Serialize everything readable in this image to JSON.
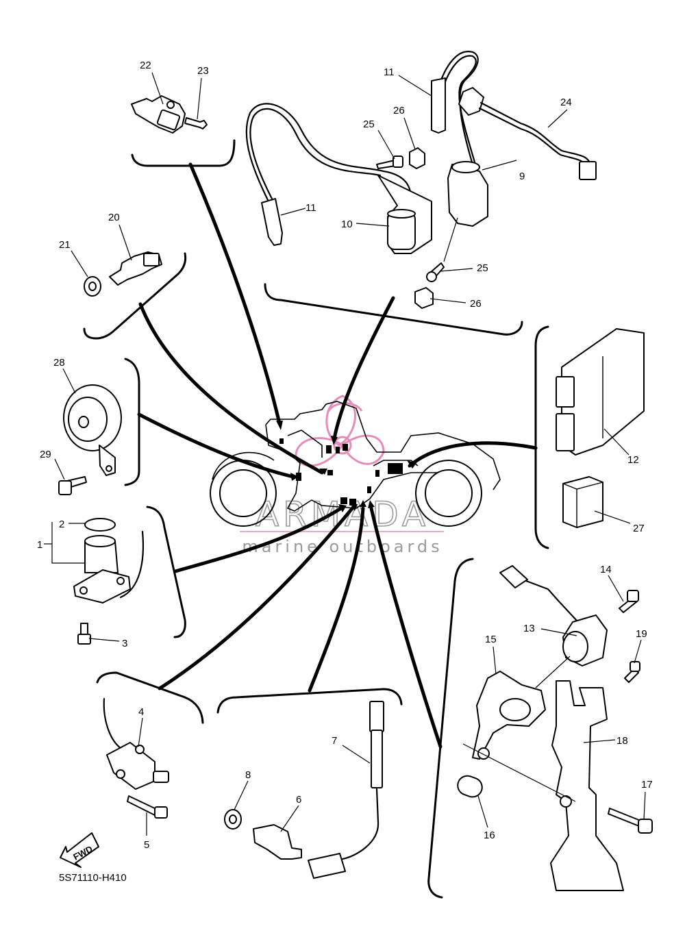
{
  "diagram": {
    "part_code": "5S71110-H410",
    "fwd_label": "FWD",
    "watermark": {
      "brand": "ARMADA",
      "tagline": "marine outboards"
    },
    "colors": {
      "line": "#000000",
      "watermark_text": "#9a9a9a",
      "watermark_logo": "#e58db8"
    },
    "callouts": [
      {
        "id": "c22",
        "label": "22"
      },
      {
        "id": "c23",
        "label": "23"
      },
      {
        "id": "c11a",
        "label": "11"
      },
      {
        "id": "c26a",
        "label": "26"
      },
      {
        "id": "c25a",
        "label": "25"
      },
      {
        "id": "c24",
        "label": "24"
      },
      {
        "id": "c9",
        "label": "9"
      },
      {
        "id": "c11b",
        "label": "11"
      },
      {
        "id": "c10",
        "label": "10"
      },
      {
        "id": "c25b",
        "label": "25"
      },
      {
        "id": "c26b",
        "label": "26"
      },
      {
        "id": "c20",
        "label": "20"
      },
      {
        "id": "c21",
        "label": "21"
      },
      {
        "id": "c28",
        "label": "28"
      },
      {
        "id": "c29",
        "label": "29"
      },
      {
        "id": "c12",
        "label": "12"
      },
      {
        "id": "c27",
        "label": "27"
      },
      {
        "id": "c2",
        "label": "2"
      },
      {
        "id": "c1",
        "label": "1"
      },
      {
        "id": "c3",
        "label": "3"
      },
      {
        "id": "c14",
        "label": "14"
      },
      {
        "id": "c13",
        "label": "13"
      },
      {
        "id": "c15",
        "label": "15"
      },
      {
        "id": "c19",
        "label": "19"
      },
      {
        "id": "c18",
        "label": "18"
      },
      {
        "id": "c4",
        "label": "4"
      },
      {
        "id": "c7",
        "label": "7"
      },
      {
        "id": "c8",
        "label": "8"
      },
      {
        "id": "c6",
        "label": "6"
      },
      {
        "id": "c5",
        "label": "5"
      },
      {
        "id": "c17",
        "label": "17"
      },
      {
        "id": "c16",
        "label": "16"
      }
    ]
  }
}
